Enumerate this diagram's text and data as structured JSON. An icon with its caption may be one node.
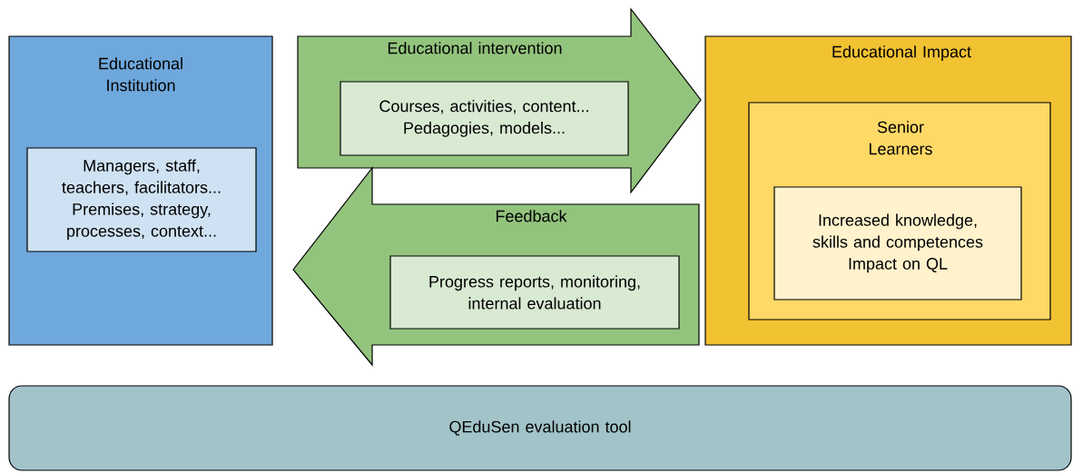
{
  "diagram": {
    "nodes": [
      {
        "text": [
          "Educational Institution"
        ]
      },
      {
        "text": [
          "Managers, staff, teachers, facilitators... Premises, strategy, processes, context..."
        ],
        "in": 0
      },
      {
        "text": [
          "Educational intervention"
        ]
      },
      {
        "text": [
          "Courses, activities, content... Pedagogies, models..."
        ],
        "in": 2
      },
      {
        "text": [
          "Feedback"
        ]
      },
      {
        "text": [
          "Progress reports, monitoring, internal evaluation"
        ],
        "in": 4
      },
      {
        "text": [
          "Educational Impact"
        ]
      },
      {
        "text": [
          "Senior Learners"
        ],
        "in": 6
      },
      {
        "text": [
          "Increased knowledge, skills and competences Impact on QL"
        ],
        "in": 7
      },
      {
        "text": [
          "QEduSen evaluation tool"
        ]
      }
    ]
  }
}
